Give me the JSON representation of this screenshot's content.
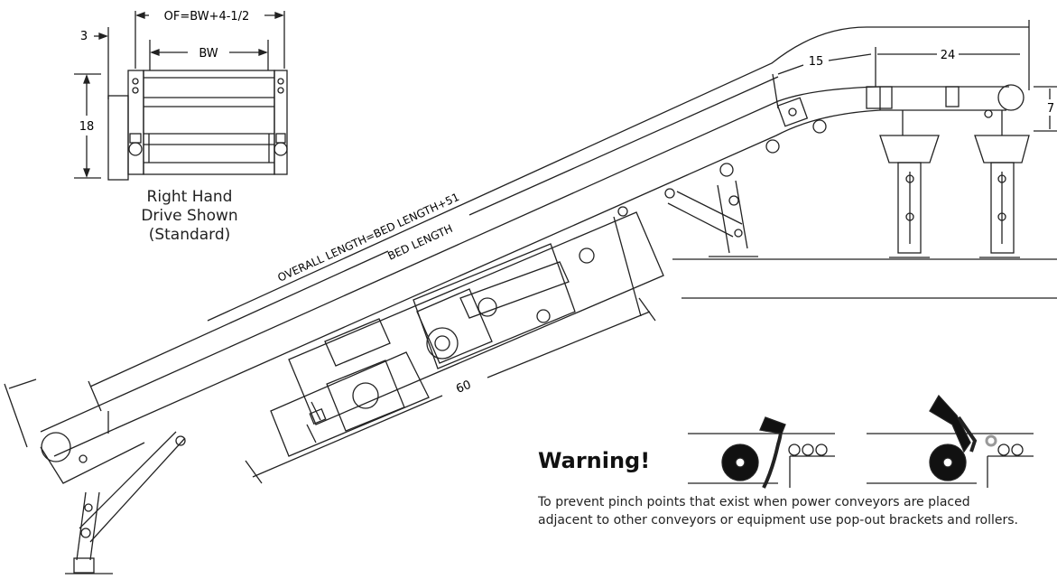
{
  "end_view": {
    "of_dim": "OF=BW+4-1/2",
    "bw_dim": "BW",
    "left_offset_dim": "3",
    "height_dim": "18",
    "caption_lines": [
      "Right Hand",
      "Drive Shown",
      "(Standard)"
    ]
  },
  "side_view": {
    "overall_length": "OVERALL LENGTH=BED LENGTH+51",
    "bed_length": "BED LENGTH",
    "dim_15": "15",
    "dim_24": "24",
    "dim_7": "7",
    "dim_60": "60"
  },
  "warning": {
    "title": "Warning!",
    "text": "To prevent pinch points that exist when power conveyors are placed adjacent to other conveyors or equipment use pop-out brackets and rollers."
  }
}
